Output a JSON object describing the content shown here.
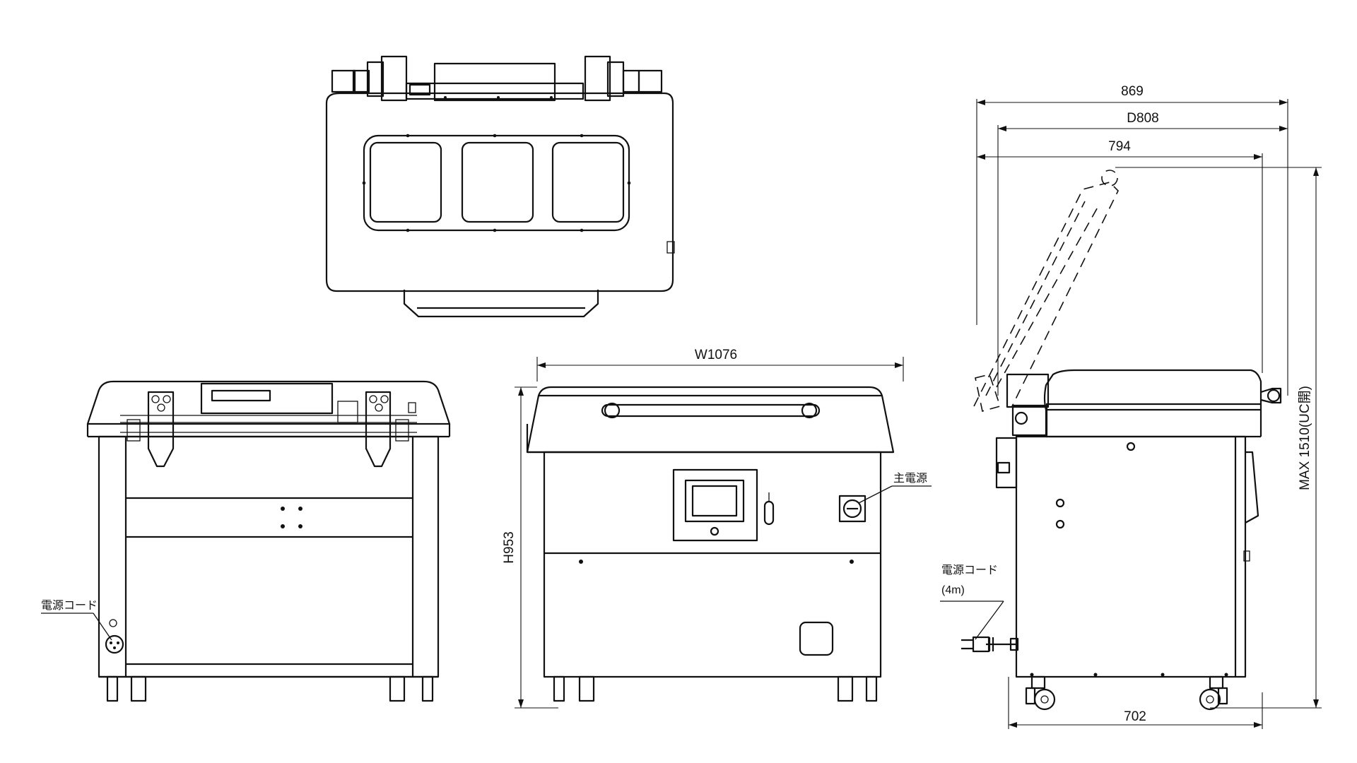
{
  "dimensions": {
    "depth_total": "869",
    "depth": "D808",
    "depth_lid": "794",
    "width": "W1076",
    "height": "H953",
    "height_open": "MAX 1510(UC開)",
    "base_depth": "702"
  },
  "labels": {
    "power_cord_rear": "電源コード",
    "main_power": "主電源",
    "power_cord_side": "電源コード",
    "power_cord_length": "(4m)"
  }
}
